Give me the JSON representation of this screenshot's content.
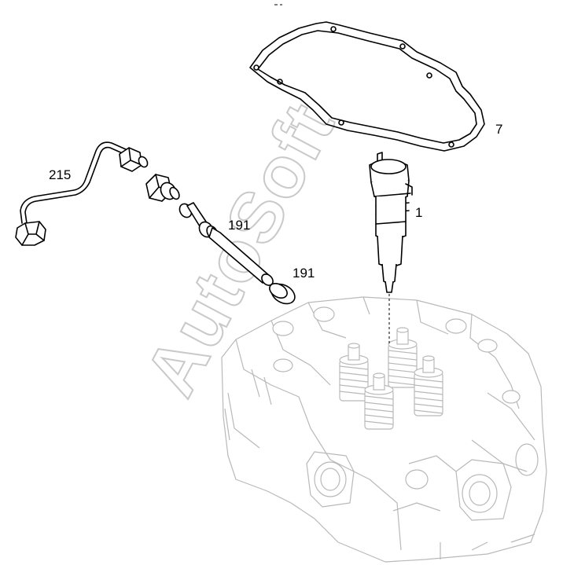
{
  "diagram": {
    "labels": {
      "part_7": "7",
      "part_1": "1",
      "part_215": "215",
      "part_191_upper": "191",
      "part_191_lower": "191"
    },
    "watermark": "AutoSoft",
    "colors": {
      "line": "#000000",
      "background_part": "#b9b9b9",
      "watermark": "#c9c9c9"
    }
  }
}
